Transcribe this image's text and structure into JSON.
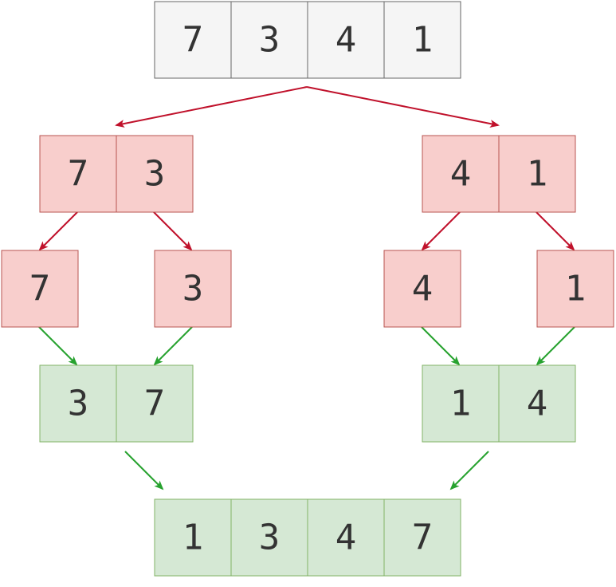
{
  "colors": {
    "gray_fill": "#f5f5f5",
    "gray_stroke": "#666666",
    "red_fill": "#f8cecc",
    "red_stroke": "#b85450",
    "red_arrow": "#c0112b",
    "green_fill": "#d5e8d4",
    "green_stroke": "#82b366",
    "green_arrow": "#27a22f",
    "text": "#333333"
  },
  "diagram": {
    "input": {
      "values": [
        "7",
        "3",
        "4",
        "1"
      ]
    },
    "split": {
      "left": [
        "7",
        "3"
      ],
      "right": [
        "4",
        "1"
      ]
    },
    "singles": [
      "7",
      "3",
      "4",
      "1"
    ],
    "merged": {
      "left": [
        "3",
        "7"
      ],
      "right": [
        "1",
        "4"
      ]
    },
    "output": {
      "values": [
        "1",
        "3",
        "4",
        "7"
      ]
    }
  }
}
